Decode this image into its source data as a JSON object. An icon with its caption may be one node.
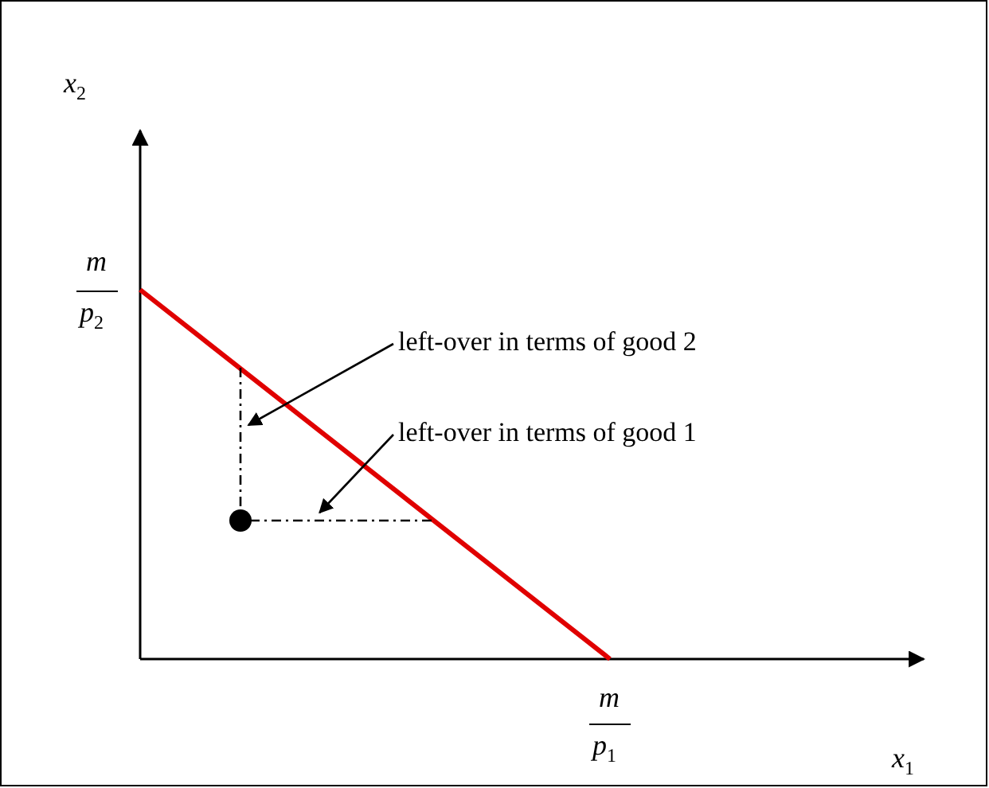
{
  "diagram": {
    "nodes": [
      {
        "text": [
          "left-over in terms of good 2"
        ]
      },
      {
        "text": [],
        "shape": "line"
      },
      {
        "text": [
          "left-over in terms of good 1"
        ]
      },
      {
        "text": [],
        "shape": "line"
      }
    ],
    "edges": [
      {
        "from": 0,
        "to": 1,
        "arrow": "to"
      },
      {
        "from": 2,
        "to": 3,
        "arrow": "to"
      }
    ],
    "labels": [
      "x$_{2}$",
      "m",
      "p$_{2}$",
      "m",
      "p$_{1}$",
      "x$_{1}$"
    ]
  }
}
